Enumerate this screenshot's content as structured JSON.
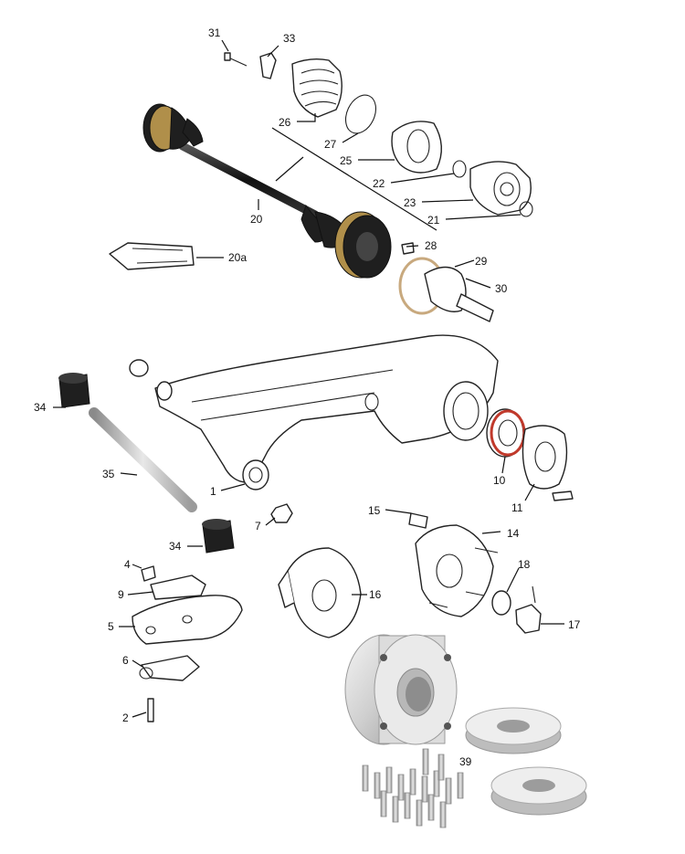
{
  "callouts": [
    {
      "id": "p31",
      "text": "31"
    },
    {
      "id": "p33",
      "text": "33"
    },
    {
      "id": "p26",
      "text": "26"
    },
    {
      "id": "p27",
      "text": "27"
    },
    {
      "id": "p25",
      "text": "25"
    },
    {
      "id": "p22",
      "text": "22"
    },
    {
      "id": "p23",
      "text": "23"
    },
    {
      "id": "p21",
      "text": "21"
    },
    {
      "id": "p20",
      "text": "20"
    },
    {
      "id": "p20a",
      "text": "20a"
    },
    {
      "id": "p28",
      "text": "28"
    },
    {
      "id": "p29",
      "text": "29"
    },
    {
      "id": "p30",
      "text": "30"
    },
    {
      "id": "p34a",
      "text": "34"
    },
    {
      "id": "p35",
      "text": "35"
    },
    {
      "id": "p1",
      "text": "1"
    },
    {
      "id": "p7",
      "text": "7"
    },
    {
      "id": "p10",
      "text": "10"
    },
    {
      "id": "p11",
      "text": "11"
    },
    {
      "id": "p15",
      "text": "15"
    },
    {
      "id": "p14",
      "text": "14"
    },
    {
      "id": "p34b",
      "text": "34"
    },
    {
      "id": "p4",
      "text": "4"
    },
    {
      "id": "p9",
      "text": "9"
    },
    {
      "id": "p5",
      "text": "5"
    },
    {
      "id": "p6",
      "text": "6"
    },
    {
      "id": "p2",
      "text": "2"
    },
    {
      "id": "p16",
      "text": "16"
    },
    {
      "id": "p18",
      "text": "18"
    },
    {
      "id": "p17",
      "text": "17"
    },
    {
      "id": "p39",
      "text": "39"
    }
  ],
  "colors": {
    "ink": "#222222",
    "rubber": "#1f1f1f",
    "metal": "#d9d9d9",
    "bearing_seal": "#c0392b"
  }
}
